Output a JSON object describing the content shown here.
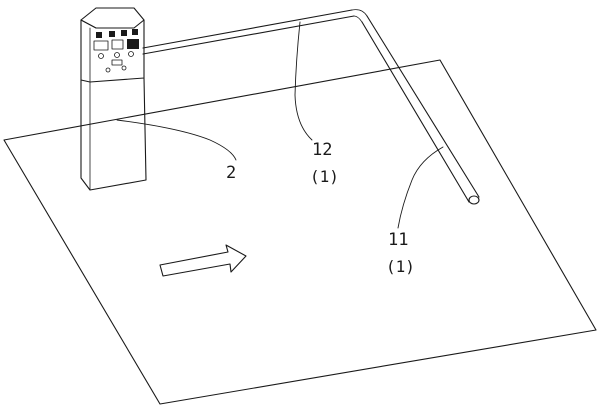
{
  "labels": {
    "terminal": "2",
    "arm_horizontal": "12",
    "arm_horizontal_group": "(1)",
    "arm_vertical": "11",
    "arm_vertical_group": "(1)"
  },
  "icons": {
    "arrow": "direction-arrow-icon"
  }
}
